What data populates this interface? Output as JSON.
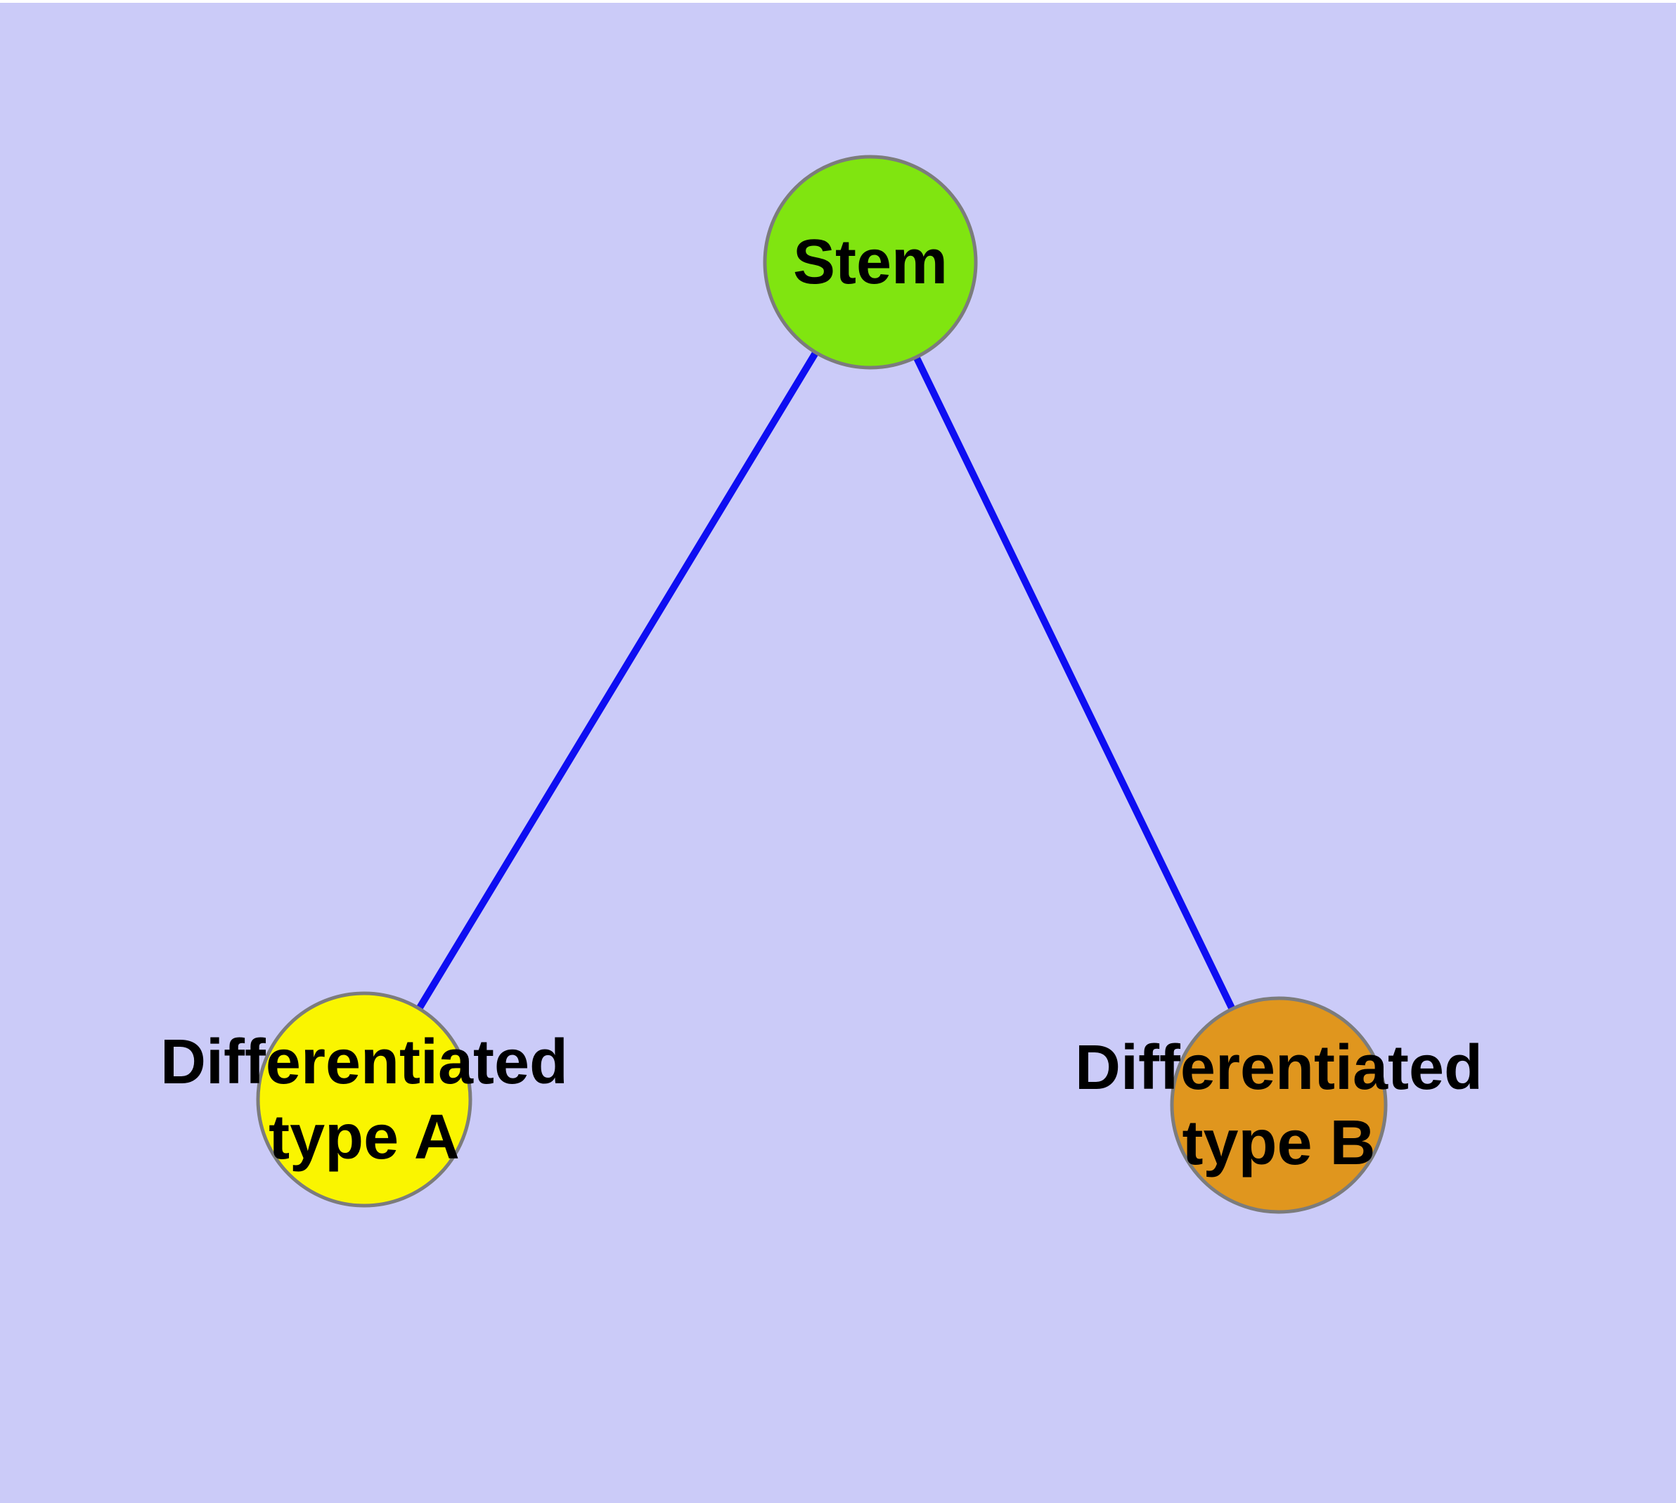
{
  "diagram": {
    "type": "graph",
    "background_color": "#CBCBF8",
    "top_margin_color": "#FFFFFF",
    "edge_color": "#0E0EF2",
    "node_border_color": "#7C7C7C",
    "label_color": "#000000",
    "nodes": [
      {
        "id": "stem",
        "label": "Stem",
        "lines": {
          "0": "Stem"
        },
        "color": "#80E510"
      },
      {
        "id": "differentiated-type-a",
        "label": "Differentiated type A",
        "lines": {
          "0": "Differentiated",
          "1": "type A"
        },
        "color": "#FAF500"
      },
      {
        "id": "differentiated-type-b",
        "label": "Differentiated type B",
        "lines": {
          "0": "Differentiated",
          "1": "type B"
        },
        "color": "#E0961E"
      }
    ],
    "edges": [
      {
        "from": "stem",
        "to": "differentiated-type-a"
      },
      {
        "from": "stem",
        "to": "differentiated-type-b"
      }
    ]
  }
}
